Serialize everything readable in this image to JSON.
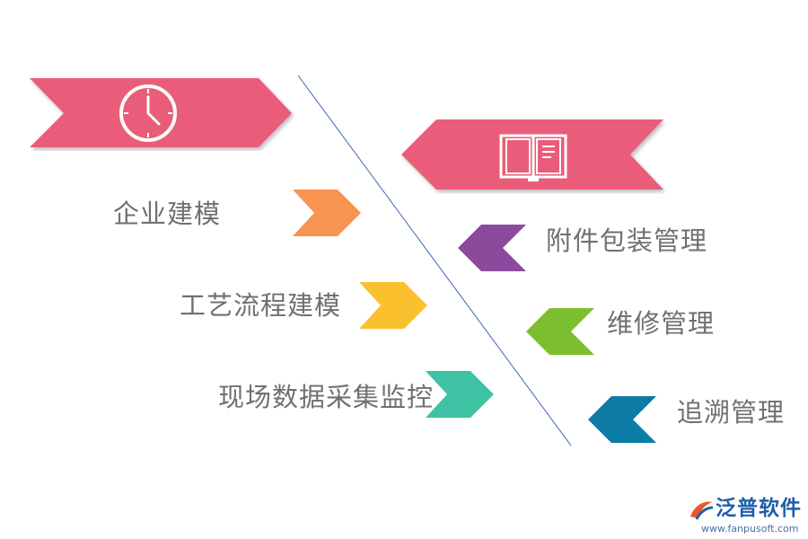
{
  "left_items": [
    {
      "label": "企业建模",
      "color": "#f7944f"
    },
    {
      "label": "工艺流程建模",
      "color": "#fbc02d"
    },
    {
      "label": "现场数据采集监控",
      "color": "#3fc2a4"
    }
  ],
  "right_items": [
    {
      "label": "附件包装管理",
      "color": "#8b4a9c"
    },
    {
      "label": "维修管理",
      "color": "#7cbf2e"
    },
    {
      "label": "追溯管理",
      "color": "#0c7ba6"
    }
  ],
  "banner_color": "#e95d7a",
  "left_banner_icon": "clock-icon",
  "right_banner_icon": "book-icon",
  "logo": {
    "text": "泛普软件",
    "url": "www.fanpusoft.com",
    "icon": "fanpu-logo-icon"
  }
}
